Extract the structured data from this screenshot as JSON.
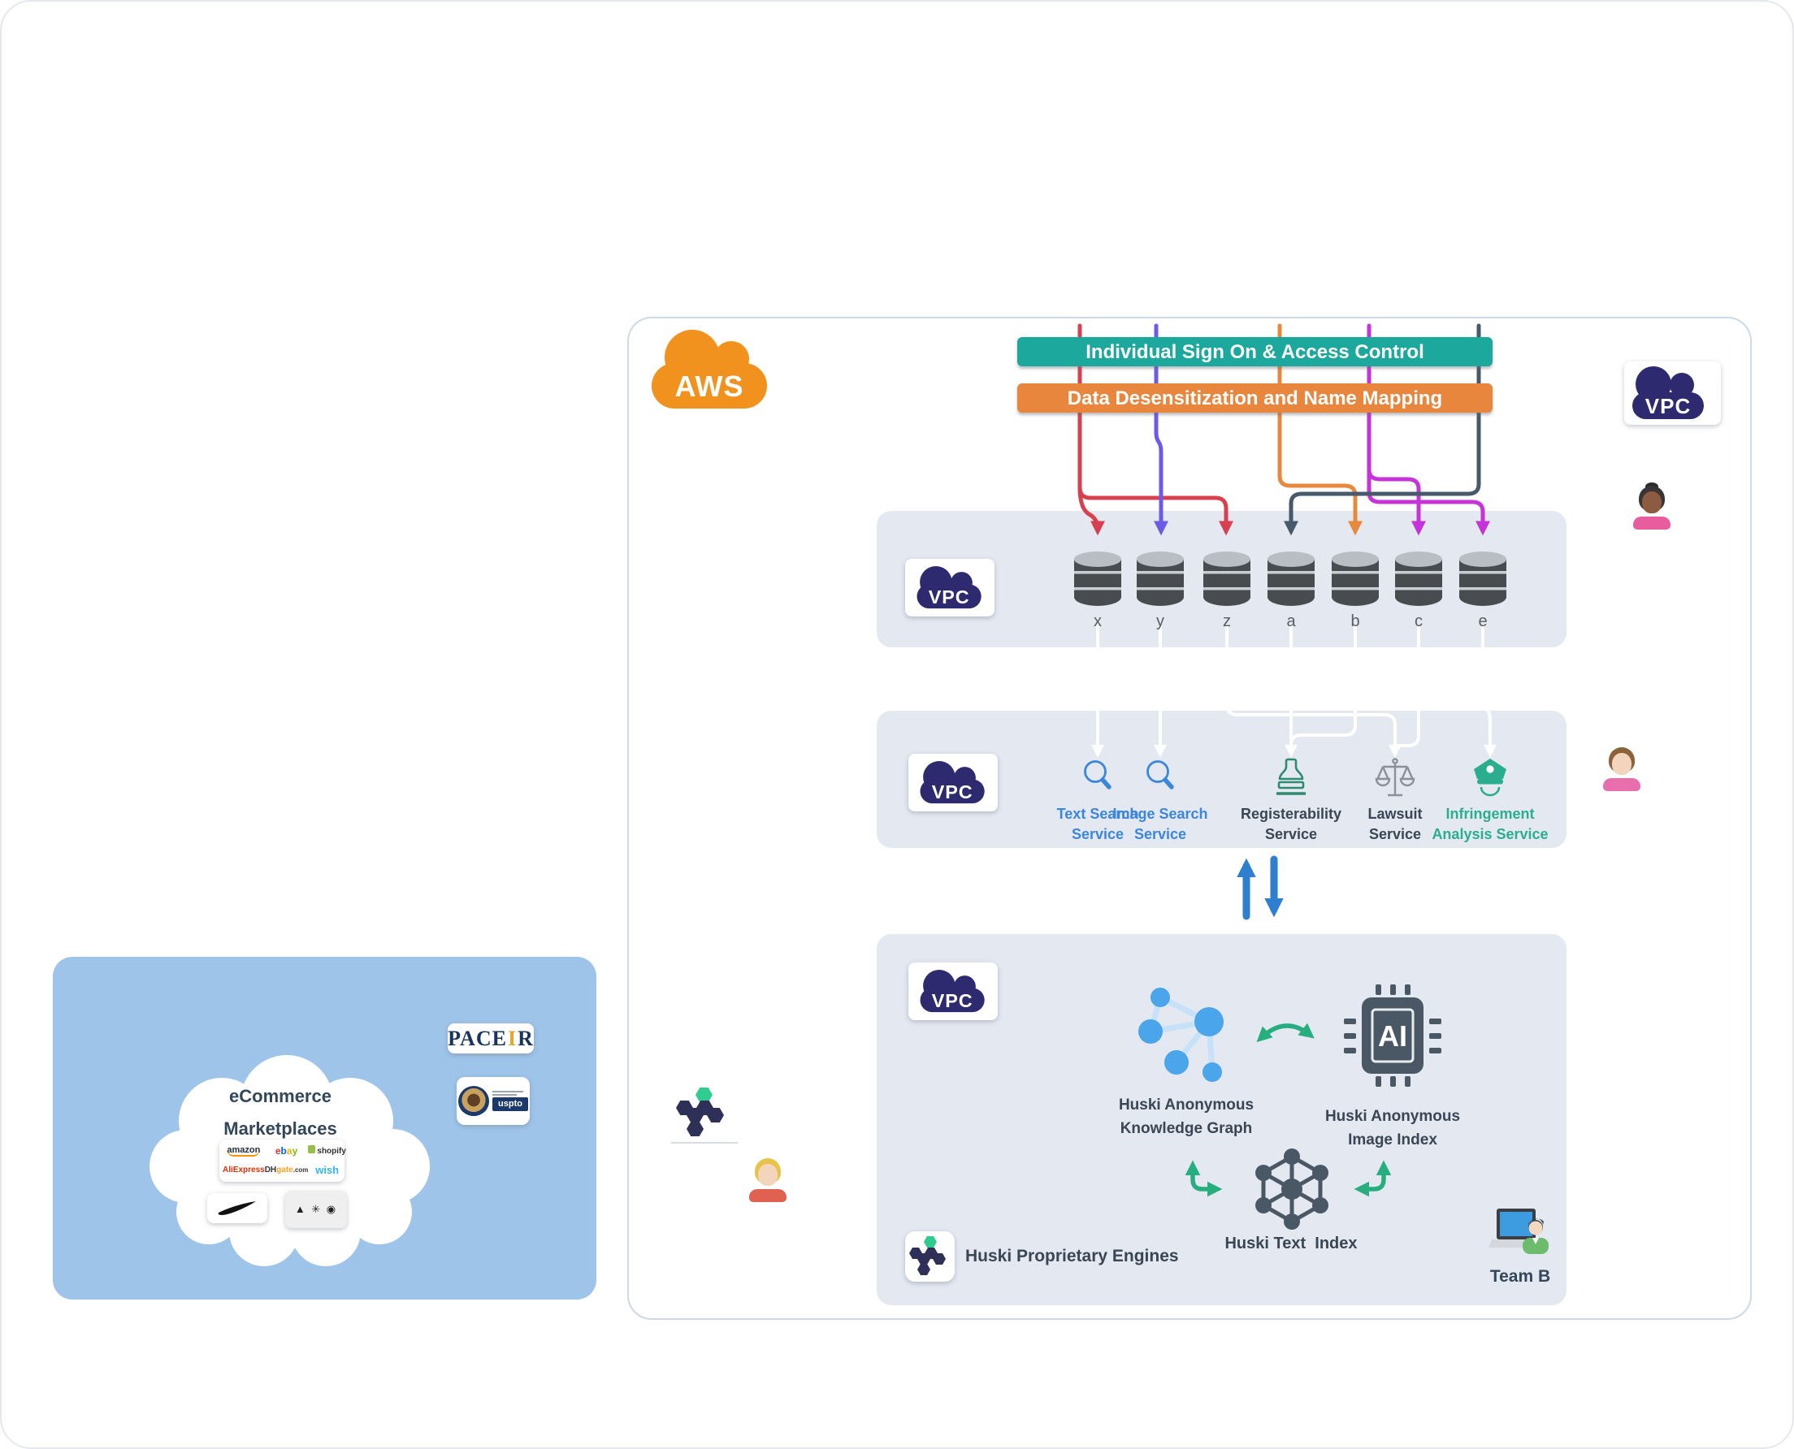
{
  "banners": {
    "sso": "Individual Sign On & Access Control",
    "mapping": "Data Desensitization and Name Mapping"
  },
  "cloud_labels": {
    "aws": "AWS",
    "vpc": "VPC"
  },
  "databases": {
    "labels": [
      "x",
      "y",
      "z",
      "a",
      "b",
      "c",
      "e"
    ]
  },
  "services": [
    {
      "line1": "Text Search",
      "line2": "Service"
    },
    {
      "line1": "Image Search",
      "line2": "Service"
    },
    {
      "line1": "Registerability",
      "line2": "Service"
    },
    {
      "line1": "Lawsuit",
      "line2": "Service"
    },
    {
      "line1": "Infringement",
      "line2": "Analysis Service"
    }
  ],
  "engines": {
    "knowledge_graph_line1": "Huski Anonymous",
    "knowledge_graph_line2": "Knowledge Graph",
    "image_index_line1": "Huski Anonymous",
    "image_index_line2": "Image Index",
    "ai_chip": "AI",
    "text_index": "Huski Text  Index",
    "proprietary": "Huski Proprietary Engines",
    "team": "Team B"
  },
  "marketplaces": {
    "title_line1": "eCommerce",
    "title_line2": "Marketplaces",
    "amazon": "amazon",
    "ebay_e": "e",
    "ebay_b": "b",
    "ebay_a": "a",
    "ebay_y": "y",
    "shopify": "shopify",
    "aliexpress": "AliExpress",
    "dh": "DH",
    "dhgate": "gate",
    "dhcom": ".com",
    "wish": "wish",
    "adidas_glyphs": "▲ ✳ ◉"
  },
  "external": {
    "pacer_left": "PACE",
    "pacer_col": "I",
    "pacer_r": "R",
    "uspto": "uspto"
  },
  "colors": {
    "teal_banner": "#1CA89C",
    "orange_banner": "#E8863E",
    "aws_orange": "#F2921E",
    "vpc_navy": "#2E2A70",
    "zone_gray": "#E3E8F1",
    "left_blue": "#9EC4E9",
    "wire_red": "#D8404F",
    "wire_indigo": "#6C5BEA",
    "wire_orange": "#E8883C",
    "wire_magenta": "#C633D8",
    "wire_slate": "#47596B",
    "arrow_blue": "#2E7FD0",
    "arrow_green": "#27AE7F",
    "service_blue": "#3C86DB",
    "service_green": "#2BAE8F",
    "text_dark": "#3A4654"
  }
}
